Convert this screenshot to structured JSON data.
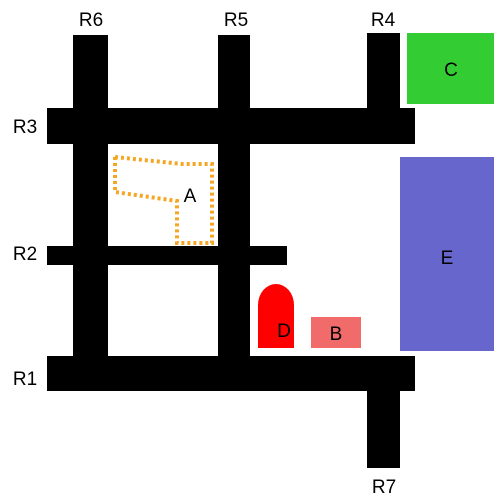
{
  "roads": {
    "R1": {
      "label": "R1"
    },
    "R2": {
      "label": "R2"
    },
    "R3": {
      "label": "R3"
    },
    "R4": {
      "label": "R4"
    },
    "R5": {
      "label": "R5"
    },
    "R6": {
      "label": "R6"
    },
    "R7": {
      "label": "R7"
    }
  },
  "zones": {
    "A": {
      "label": "A",
      "style": "dashed-outline",
      "color": "#f5a623"
    },
    "B": {
      "label": "B",
      "color": "#f26b6b"
    },
    "C": {
      "label": "C",
      "color": "#33cc33"
    },
    "D": {
      "label": "D",
      "color": "#ff0000"
    },
    "E": {
      "label": "E",
      "color": "#6666cc"
    }
  },
  "colors": {
    "road": "#000000",
    "background": "#ffffff"
  }
}
